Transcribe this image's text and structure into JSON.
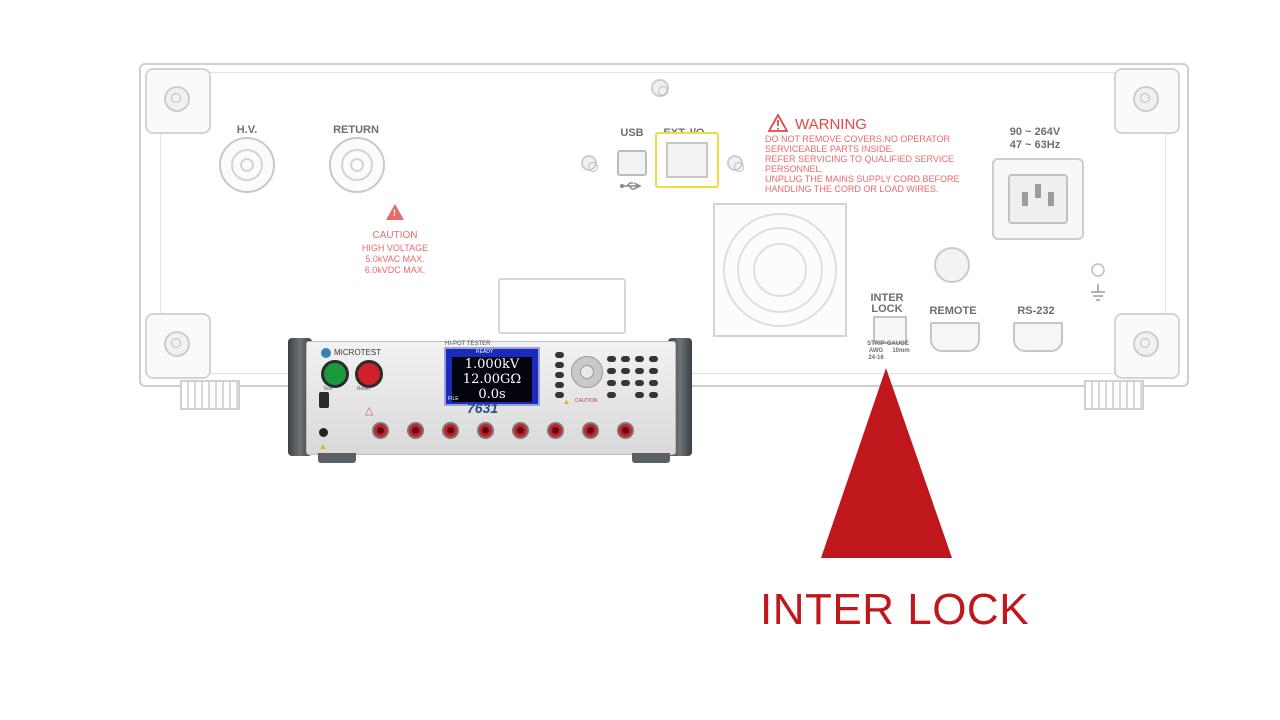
{
  "rear_panel": {
    "hv_label": "H.V.",
    "return_label": "RETURN",
    "usb_label": "USB",
    "ext_io_label": "EXT. I/O",
    "warning": {
      "title": "WARNING",
      "lines": [
        "DO NOT REMOVE COVERS.NO OPERATOR",
        "SERVICEABLE PARTS INSIDE.",
        "REFER SERVICING TO QUALIFIED SERVICE",
        "PERSONNEL.",
        "UNPLUG THE MAINS SUPPLY CORD BEFORE",
        "HANDLING THE CORD OR LOAD WIRES."
      ]
    },
    "voltage_range": "90 ~ 264V",
    "frequency_range": "47 ~ 63Hz",
    "caution": {
      "title": "CAUTION",
      "lines": [
        "HIGH VOLTAGE",
        "5.0kVAC MAX.",
        "6.0kVDC MAX."
      ]
    },
    "interlock_label_line1": "INTER",
    "interlock_label_line2": "LOCK",
    "remote_label": "REMOTE",
    "rs232_label": "RS-232",
    "strip_gauge_line1": "STRIP-GAUGE",
    "strip_gauge_awg": "AWG",
    "strip_gauge_length": "10mm",
    "strip_gauge_range": "24-16"
  },
  "instrument": {
    "brand": "MICROTEST",
    "display_header": "HI-POT TESTER",
    "display_status": "READY",
    "display_voltage": "1.000kV",
    "display_resistance": "12.00GΩ",
    "display_time": "0.0s",
    "display_footer": "FILE",
    "model": "7631",
    "caution_label": "CAUTION",
    "test_button_label": "Test",
    "reset_button_label": "Reset"
  },
  "callout_text": "INTER LOCK",
  "colors": {
    "callout_red": "#c0171c",
    "ext_io_highlight": "#f0dc40",
    "warning_red": "#e04848",
    "lcd_blue": "#1b2abc"
  }
}
